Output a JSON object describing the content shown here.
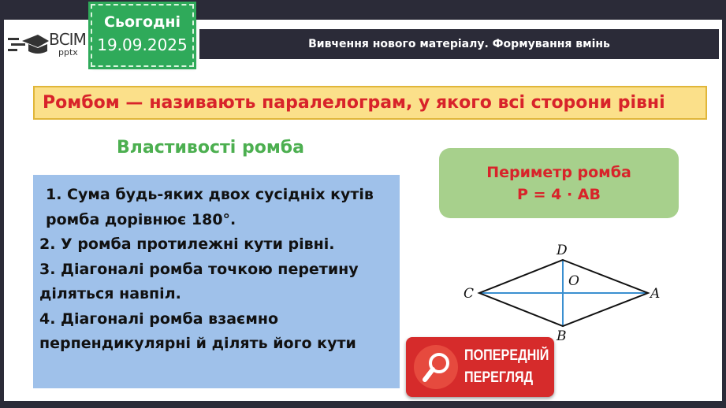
{
  "logo": {
    "big": "ВСІМ",
    "small": "pptx"
  },
  "date": {
    "label": "Сьогодні",
    "value": "19.09.2025"
  },
  "header": {
    "title": "Вивчення нового матеріалу. Формування вмінь"
  },
  "definition": {
    "term": "Ромбом —",
    "text": "називають паралелограм, у якого всі сторони рівні"
  },
  "properties": {
    "title": "Властивості ромба",
    "items": [
      "1. Сума будь-яких двох сусідніх кутів ромба дорівнює 180°.",
      "2. У ромба протилежні кути рівні.",
      "3. Діагоналі ромба точкою перетину діляться навпіл.",
      "4. Діагоналі ромба взаємно перпендикулярні й ділять його кути"
    ]
  },
  "perimeter": {
    "title": "Периметр ромба",
    "formula": "P = 4 · AB"
  },
  "diagram": {
    "labels": {
      "A": "A",
      "B": "B",
      "C": "C",
      "D": "D",
      "O": "O"
    },
    "side_color": "#111111",
    "diagonal_color": "#3a8fd0"
  },
  "preview": {
    "line1": "ПОПЕРЕДНІЙ",
    "line2": "ПЕРЕГЛЯД"
  }
}
